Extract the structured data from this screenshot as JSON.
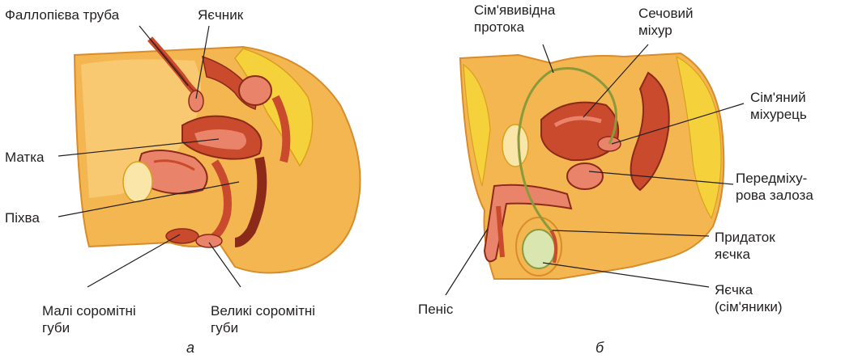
{
  "figure_a": {
    "labels": {
      "fallopian_tube": "Фаллопієва труба",
      "ovary": "Яєчник",
      "uterus": "Матка",
      "vagina": "Піхва",
      "labia_minora": "Малі соромітні\nгуби",
      "labia_majora": "Великі соромітні\nгуби"
    },
    "caption": "а"
  },
  "figure_b": {
    "labels": {
      "vas_deferens": "Сім'явивідна\nпротока",
      "bladder": "Сечовий\nміхур",
      "seminal_vesicle": "Сім'яний\nміхурець",
      "prostate": "Передміху-\nрова залоза",
      "epididymis": "Придаток\nяєчка",
      "testes": "Яєчка\n(сім'яники)",
      "penis": "Пеніс"
    },
    "caption": "б"
  },
  "colors": {
    "skin": "#f3b650",
    "skin_light": "#f9d27e",
    "organ_red": "#c94a2c",
    "organ_pink": "#e9846a",
    "fat_yellow": "#f5d23c",
    "leader_line": "#231f20"
  }
}
